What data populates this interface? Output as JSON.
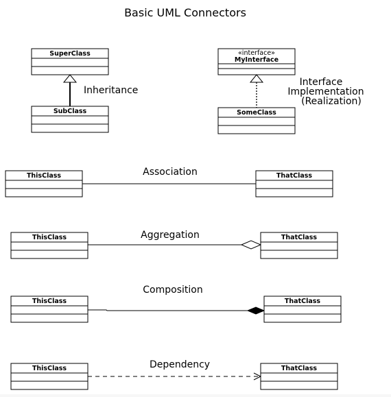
{
  "title": "Basic UML Connectors",
  "inheritance": {
    "super": "SuperClass",
    "sub": "SubClass",
    "label": "Inheritance"
  },
  "realization": {
    "stereotype": "«interface»",
    "interface": "MyInterface",
    "impl": "SomeClass",
    "label_line1": "Interface",
    "label_line2": "Implementation",
    "label_line3": "(Realization)"
  },
  "association": {
    "left": "ThisClass",
    "right": "ThatClass",
    "label": "Association"
  },
  "aggregation": {
    "left": "ThisClass",
    "right": "ThatClass",
    "label": "Aggregation"
  },
  "composition": {
    "left": "ThisClass",
    "right": "ThatClass",
    "label": "Composition"
  },
  "dependency": {
    "left": "ThisClass",
    "right": "ThatClass",
    "label": "Dependency"
  }
}
